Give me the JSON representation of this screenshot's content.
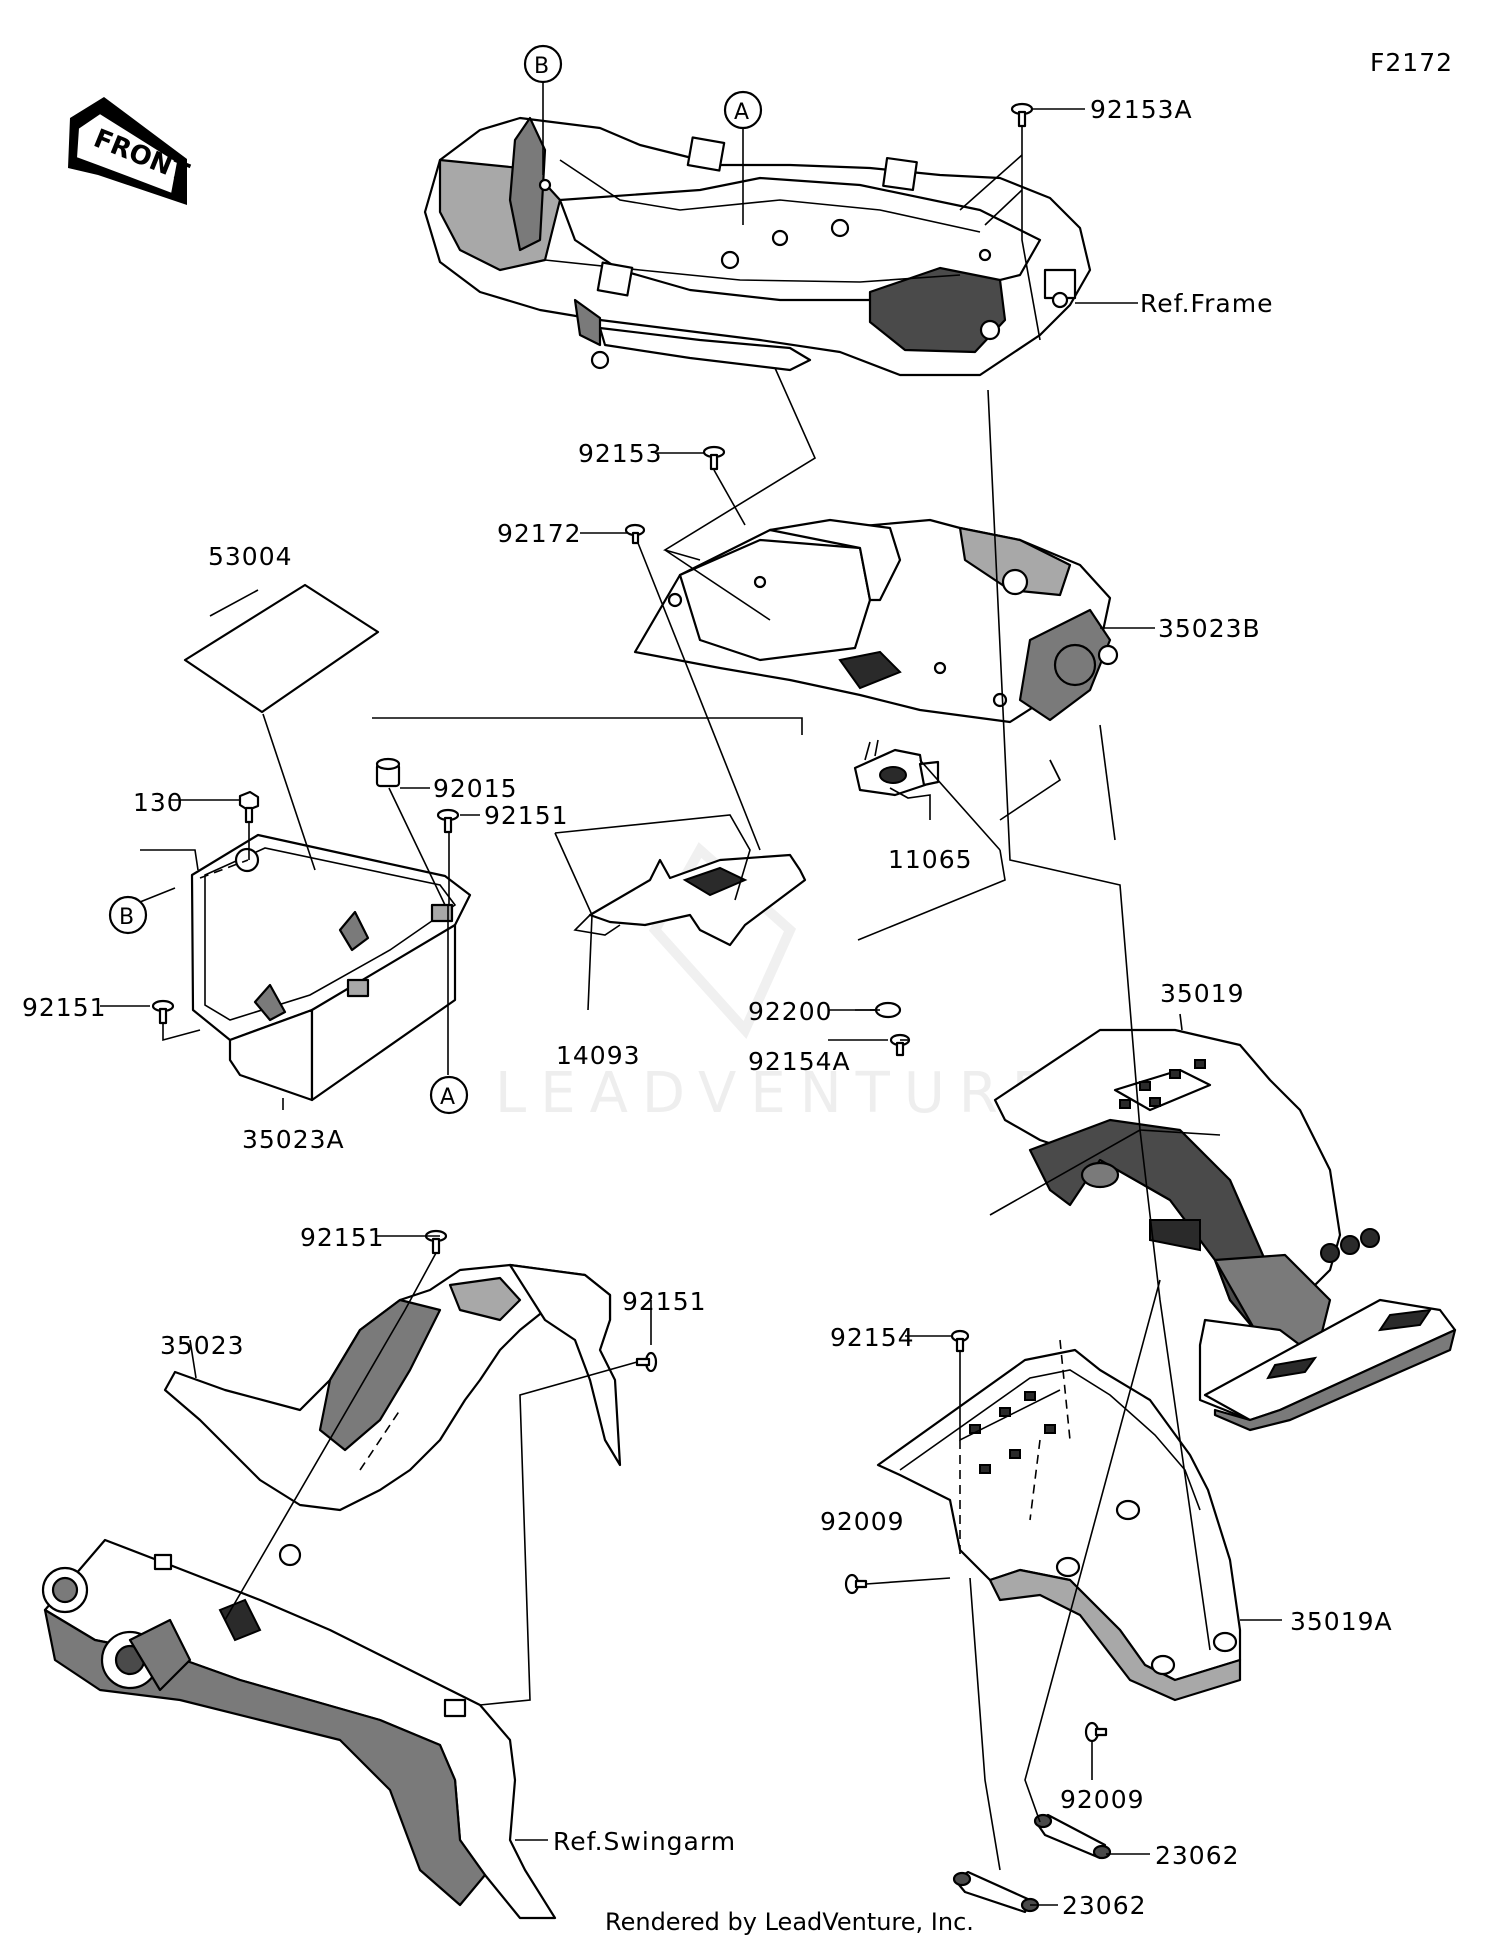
{
  "figure_code": "F2172",
  "front_arrow": "FRONT",
  "watermark": "LEADVENTURE",
  "footer": "Rendered by LeadVenture, Inc.",
  "callouts": {
    "a": "A",
    "b": "B"
  },
  "refs": {
    "frame": "Ref.Frame",
    "swingarm": "Ref.Swingarm"
  },
  "parts": {
    "p92153A": "92153A",
    "p92153": "92153",
    "p92172": "92172",
    "p35023B": "35023B",
    "p53004": "53004",
    "p92015": "92015",
    "p130": "130",
    "p92151_top": "92151",
    "p92151_left": "92151",
    "p35023A": "35023A",
    "p11065": "11065",
    "p14093": "14093",
    "p92200": "92200",
    "p92154A": "92154A",
    "p35019": "35019",
    "p92151_mid": "92151",
    "p92151_right": "92151",
    "p35023": "35023",
    "p92154": "92154",
    "p92009_left": "92009",
    "p35019A": "35019A",
    "p92009_bottom": "92009",
    "p23062_upper": "23062",
    "p23062_lower": "23062"
  }
}
